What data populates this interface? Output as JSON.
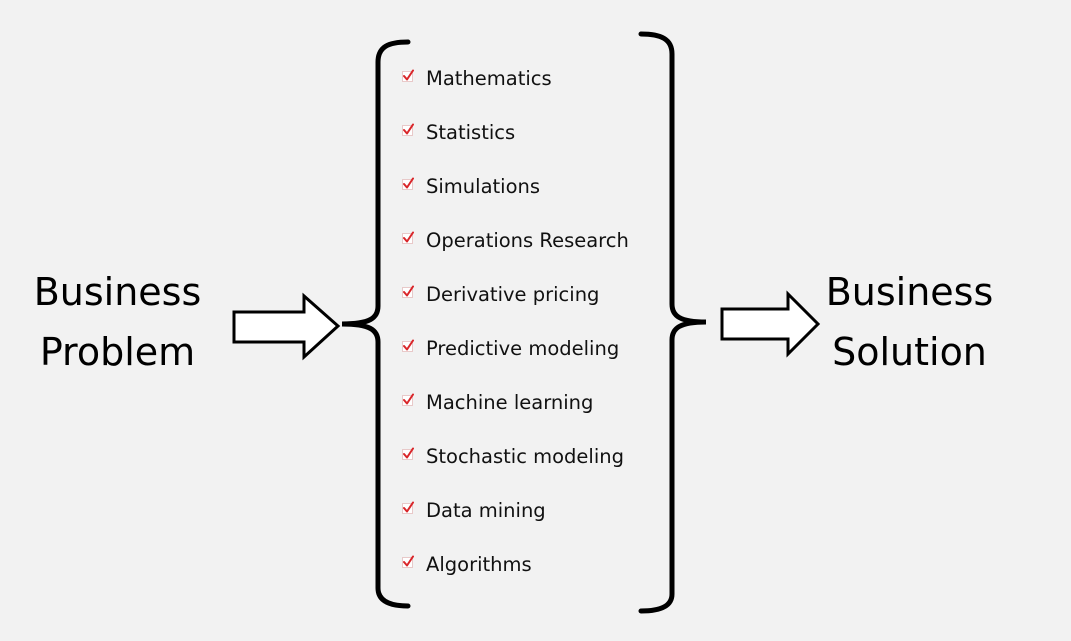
{
  "left_label": {
    "line1": "Business",
    "line2": "Problem"
  },
  "right_label": {
    "line1": "Business",
    "line2": "Solution"
  },
  "items": [
    "Mathematics",
    "Statistics",
    "Simulations",
    "Operations Research",
    "Derivative pricing",
    "Predictive modeling",
    "Machine learning",
    "Stochastic modeling",
    "Data mining",
    "Algorithms"
  ],
  "colors": {
    "background": "#f2f2f2",
    "check": "#d9262a",
    "stroke": "#000000"
  },
  "icons": {
    "item_marker": "checkmark-icon",
    "connector": "right-arrow-icon"
  }
}
